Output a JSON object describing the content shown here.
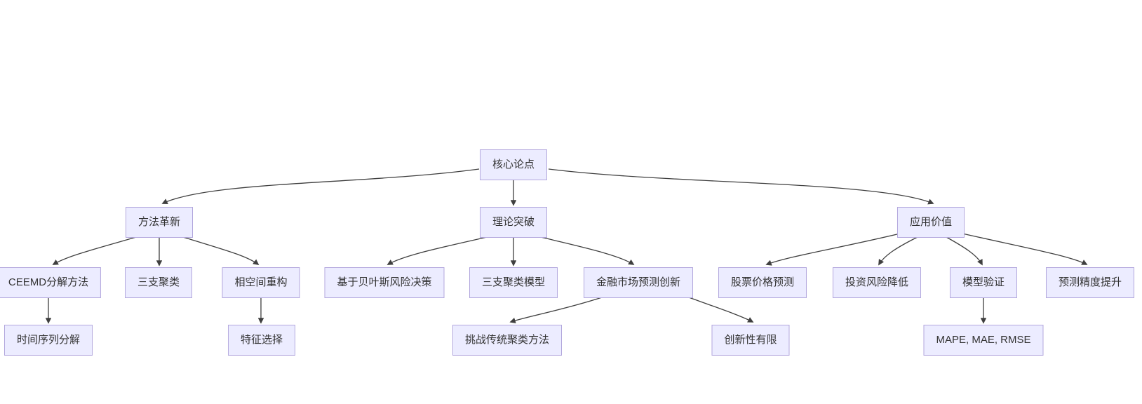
{
  "diagram": {
    "type": "flowchart",
    "direction": "top-down",
    "background_color": "#ffffff",
    "node_fill_color": "#ECECFF",
    "node_border_color": "#b3a7dd",
    "node_text_color": "#333333",
    "edge_color": "#3f3f3f",
    "nodes": {
      "core": {
        "label": "核心论点",
        "level": 0
      },
      "method": {
        "label": "方法革新",
        "level": 1
      },
      "theory": {
        "label": "理论突破",
        "level": 1
      },
      "application": {
        "label": "应用价值",
        "level": 1
      },
      "ceemd": {
        "label": "CEEMD分解方法",
        "level": 2
      },
      "three_way_clustering": {
        "label": "三支聚类",
        "level": 2
      },
      "phase_space": {
        "label": "相空间重构",
        "level": 2
      },
      "bayesian": {
        "label": "基于贝叶斯风险决策",
        "level": 2
      },
      "three_way_model": {
        "label": "三支聚类模型",
        "level": 2
      },
      "financial_innovation": {
        "label": "金融市场预测创新",
        "level": 2
      },
      "stock_prediction": {
        "label": "股票价格预测",
        "level": 2
      },
      "risk_reduction": {
        "label": "投资风险降低",
        "level": 2
      },
      "model_validation": {
        "label": "模型验证",
        "level": 2
      },
      "accuracy_improvement": {
        "label": "预测精度提升",
        "level": 2
      },
      "time_series": {
        "label": "时间序列分解",
        "level": 3
      },
      "feature_selection": {
        "label": "特征选择",
        "level": 3
      },
      "challenge_traditional": {
        "label": "挑战传统聚类方法",
        "level": 3
      },
      "limited_innovation": {
        "label": "创新性有限",
        "level": 3
      },
      "metrics": {
        "label": "MAPE, MAE, RMSE",
        "level": 3
      }
    },
    "edges": [
      {
        "from": "核心论点",
        "to": "方法革新"
      },
      {
        "from": "核心论点",
        "to": "理论突破"
      },
      {
        "from": "核心论点",
        "to": "应用价值"
      },
      {
        "from": "方法革新",
        "to": "CEEMD分解方法"
      },
      {
        "from": "方法革新",
        "to": "三支聚类"
      },
      {
        "from": "方法革新",
        "to": "相空间重构"
      },
      {
        "from": "理论突破",
        "to": "基于贝叶斯风险决策"
      },
      {
        "from": "理论突破",
        "to": "三支聚类模型"
      },
      {
        "from": "理论突破",
        "to": "金融市场预测创新"
      },
      {
        "from": "应用价值",
        "to": "股票价格预测"
      },
      {
        "from": "应用价值",
        "to": "投资风险降低"
      },
      {
        "from": "应用价值",
        "to": "模型验证"
      },
      {
        "from": "应用价值",
        "to": "预测精度提升"
      },
      {
        "from": "CEEMD分解方法",
        "to": "时间序列分解"
      },
      {
        "from": "相空间重构",
        "to": "特征选择"
      },
      {
        "from": "金融市场预测创新",
        "to": "挑战传统聚类方法"
      },
      {
        "from": "金融市场预测创新",
        "to": "创新性有限"
      },
      {
        "from": "模型验证",
        "to": "MAPE, MAE, RMSE"
      }
    ]
  }
}
